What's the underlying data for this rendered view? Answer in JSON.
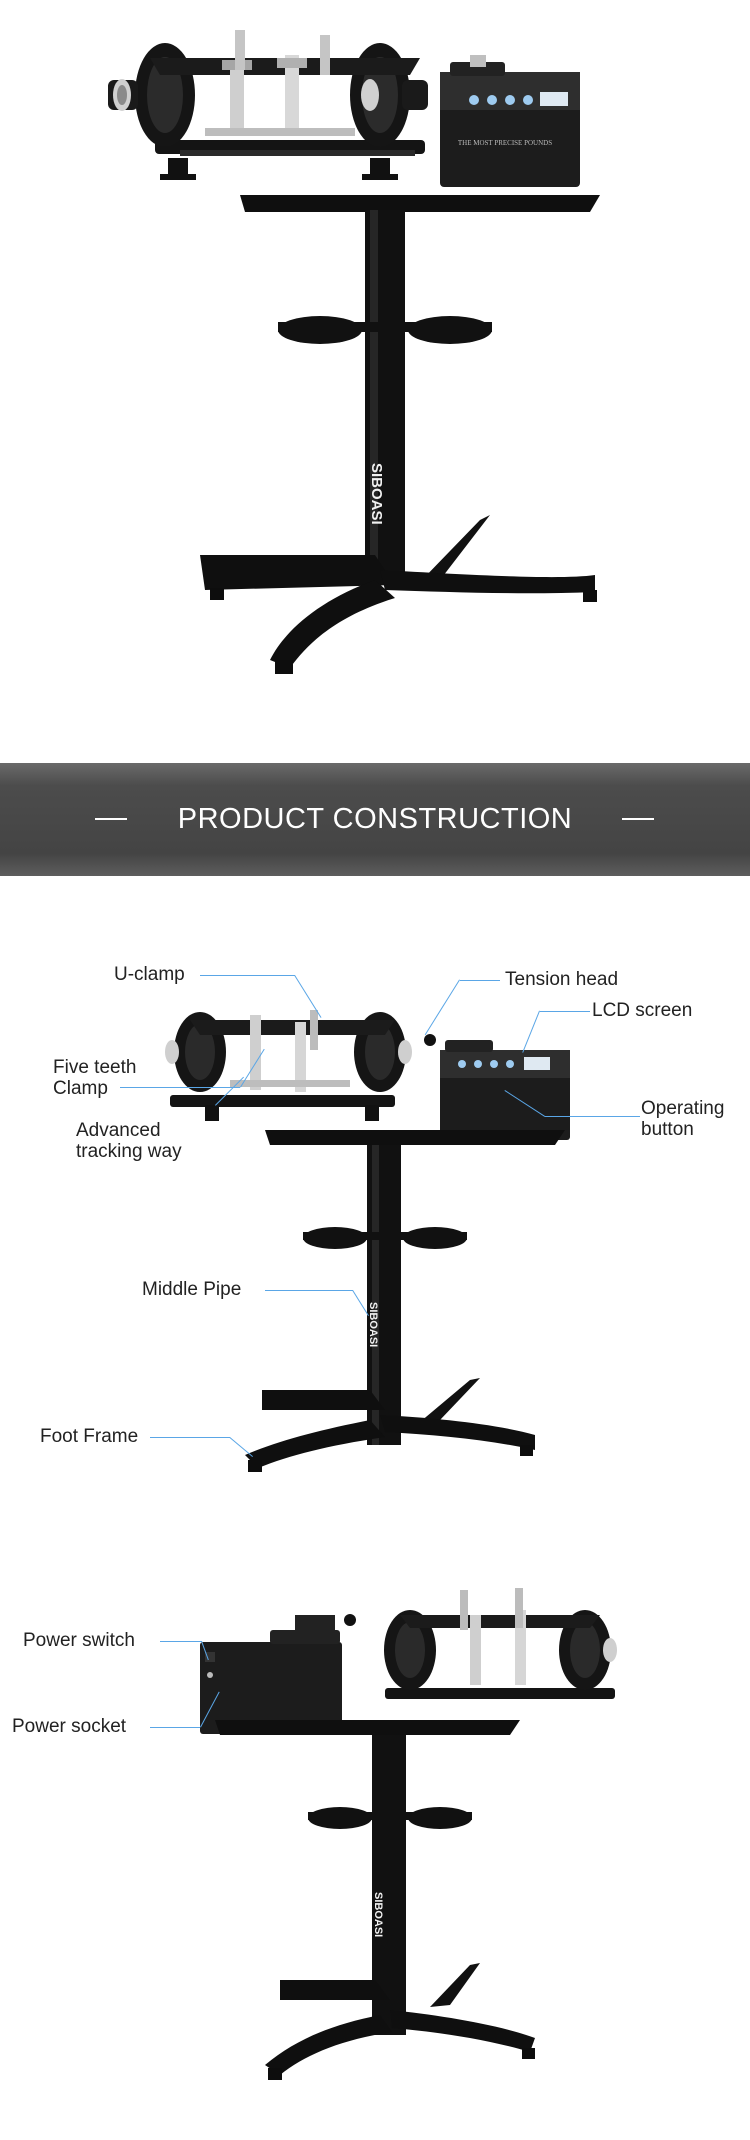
{
  "banner": {
    "title": "PRODUCT CONSTRUCTION"
  },
  "brand": {
    "logo_text": "SIBOASI",
    "panel_text": "THE MOST PRECISE POUNDS"
  },
  "labels": {
    "u_clamp": "U-clamp",
    "tension_head": "Tension head",
    "lcd_screen": "LCD screen",
    "five_teeth_line1": "Five teeth",
    "five_teeth_line2": "Clamp",
    "advanced_line1": "Advanced",
    "advanced_line2": "tracking way",
    "operating_line1": "Operating",
    "operating_line2": "button",
    "middle_pipe": "Middle Pipe",
    "foot_frame": "Foot Frame",
    "power_switch": "Power switch",
    "power_socket": "Power socket"
  },
  "colors": {
    "machine": "#111111",
    "metal": "#c9c9c9",
    "banner": "#4c4c4c",
    "leader": "#5aa6e6"
  }
}
